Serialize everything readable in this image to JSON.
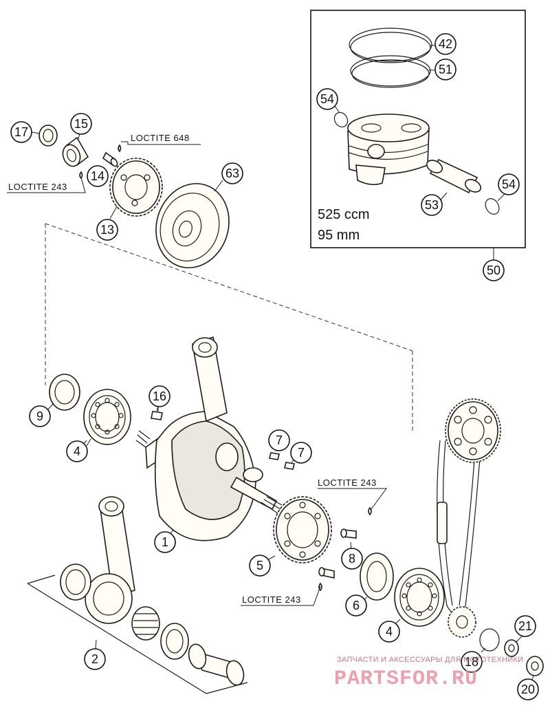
{
  "callouts": {
    "c1": "1",
    "c2": "2",
    "c4a": "4",
    "c4b": "4",
    "c5": "5",
    "c6": "6",
    "c7a": "7",
    "c7b": "7",
    "c8": "8",
    "c9": "9",
    "c13": "13",
    "c14": "14",
    "c15": "15",
    "c16": "16",
    "c17": "17",
    "c18": "18",
    "c20": "20",
    "c21": "21",
    "c42": "42",
    "c50": "50",
    "c51": "51",
    "c53": "53",
    "c54a": "54",
    "c54b": "54",
    "c63": "63"
  },
  "notes": {
    "loctite_648": "LOCTITE 648",
    "loctite_243_top": "LOCTITE 243",
    "loctite_243_mid": "LOCTITE 243",
    "loctite_243_low": "LOCTITE 243"
  },
  "piston_kit": {
    "displacement": "525 ccm",
    "bore": "95 mm"
  },
  "watermark": {
    "tagline": "ЗАПЧАСТИ И АКСЕССУАРЫ ДЛЯ МОТОТЕХНИКИ",
    "logo": "PARTSFOR.RU"
  },
  "colors": {
    "line": "#1a1a1a",
    "paper": "#ffffff",
    "watermark": "#e98a9a"
  }
}
